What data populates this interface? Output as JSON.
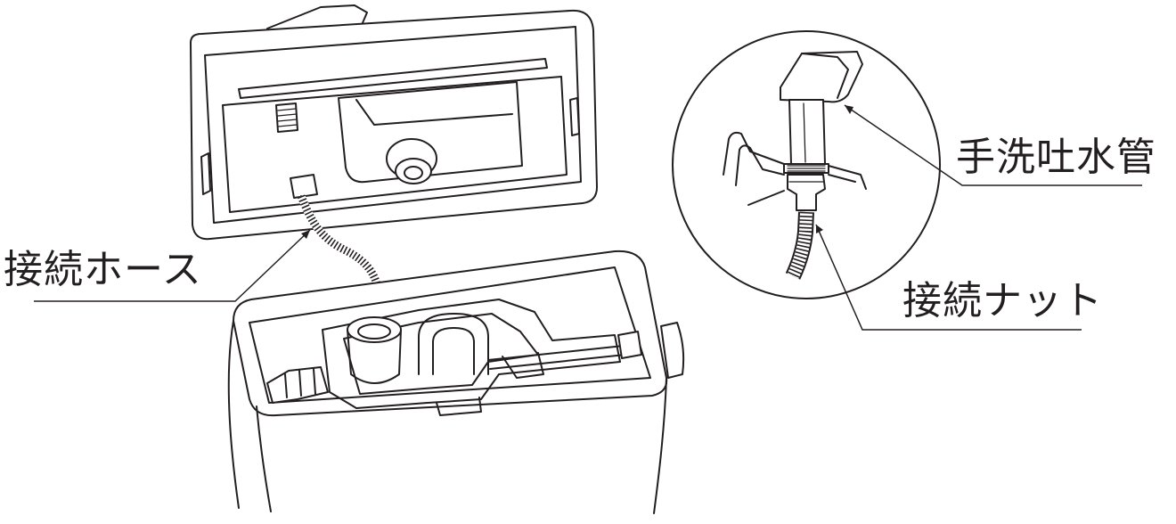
{
  "labels": {
    "connection_hose": "接続ホース",
    "hand_wash_spout": "手洗吐水管",
    "connection_nut": "接続ナット"
  },
  "colors": {
    "line": "#231f20",
    "background": "#ffffff",
    "leader_underline": "#8a8a8a"
  }
}
